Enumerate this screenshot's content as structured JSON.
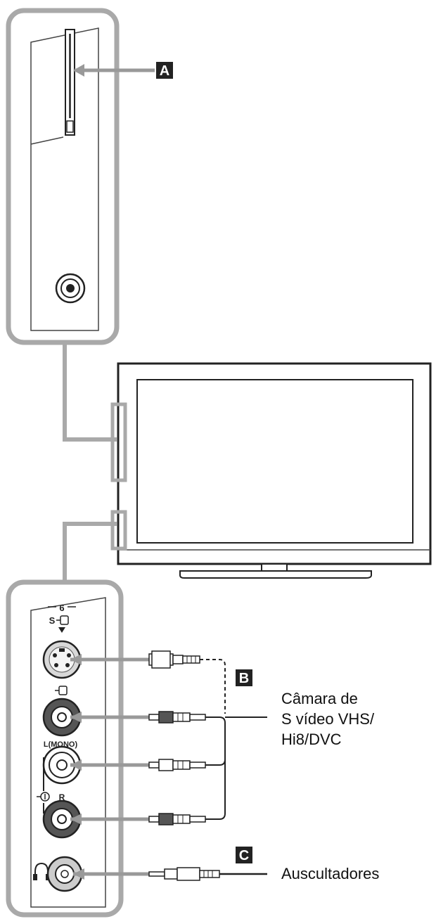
{
  "callouts": {
    "a": "A",
    "b": "B",
    "c": "C"
  },
  "jack_labels": {
    "svideo_number": "6",
    "svideo_prefix": "S",
    "audio_left": "L(MONO)",
    "audio_right": "R"
  },
  "devices": {
    "camera_line1": "Câmara de",
    "camera_line2": "S vídeo VHS/",
    "camera_line3": "Hi8/DVC",
    "headphones": "Auscultadores"
  }
}
